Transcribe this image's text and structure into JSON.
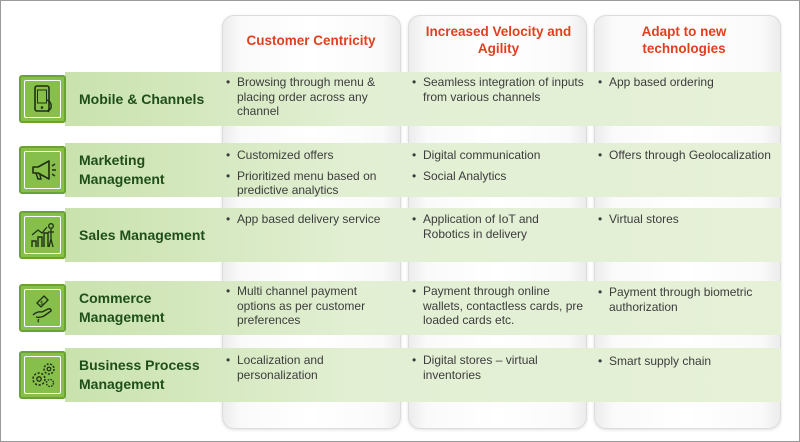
{
  "columns": [
    {
      "heading": "Customer Centricity"
    },
    {
      "heading": "Increased Velocity and Agility"
    },
    {
      "heading": "Adapt to new technologies"
    }
  ],
  "rows": [
    {
      "label": "Mobile & Channels",
      "icon": "mobile-phone-icon",
      "cells": [
        [
          "Browsing through menu & placing order across any channel"
        ],
        [
          "Seamless integration of inputs from various channels"
        ],
        [
          "App based ordering"
        ]
      ]
    },
    {
      "label": "Marketing Management",
      "icon": "megaphone-icon",
      "cells": [
        [
          "Customized offers",
          "Prioritized menu based on predictive analytics"
        ],
        [
          "Digital communication",
          "Social Analytics"
        ],
        [
          "Offers through Geolocalization"
        ]
      ]
    },
    {
      "label": "Sales Management",
      "icon": "sales-growth-icon",
      "cells": [
        [
          "App based delivery service"
        ],
        [
          "Application of IoT and Robotics in delivery"
        ],
        [
          "Virtual stores"
        ]
      ]
    },
    {
      "label": "Commerce Management",
      "icon": "hand-payment-icon",
      "cells": [
        [
          "Multi channel payment options as per customer preferences"
        ],
        [
          "Payment through online wallets, contactless cards, pre loaded cards etc."
        ],
        [
          "Payment through biometric authorization"
        ]
      ]
    },
    {
      "label": "Business Process Management",
      "icon": "gears-icon",
      "cells": [
        [
          "Localization and personalization"
        ],
        [
          "Digital stores – virtual inventories"
        ],
        [
          "Smart supply chain"
        ]
      ]
    }
  ],
  "colors": {
    "heading": "#e0401e",
    "row_label": "#1f4e1a",
    "icon_bg": "#86bf4c",
    "row_band": "#e2efd3"
  }
}
